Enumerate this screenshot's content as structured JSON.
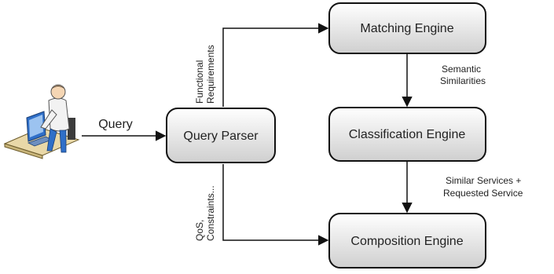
{
  "nodes": {
    "query_parser": "Query Parser",
    "matching_engine": "Matching Engine",
    "classification_engine": "Classification Engine",
    "composition_engine": "Composition Engine"
  },
  "edges": {
    "query": "Query",
    "functional_line1": "Functional",
    "functional_line2": "Requirements",
    "qos_line1": "QoS,",
    "qos_line2": "Constraints...",
    "semantic_line1": "Semantic",
    "semantic_line2": "Similarities",
    "similar_line1": "Similar Services +",
    "similar_line2": "Requested Service"
  },
  "icons": {
    "user": "user-at-computer-icon"
  },
  "colors": {
    "box_gradient_top": "#ffffff",
    "box_gradient_bottom": "#cfcfcf",
    "stroke": "#111111",
    "monitor": "#2f6fc8"
  }
}
